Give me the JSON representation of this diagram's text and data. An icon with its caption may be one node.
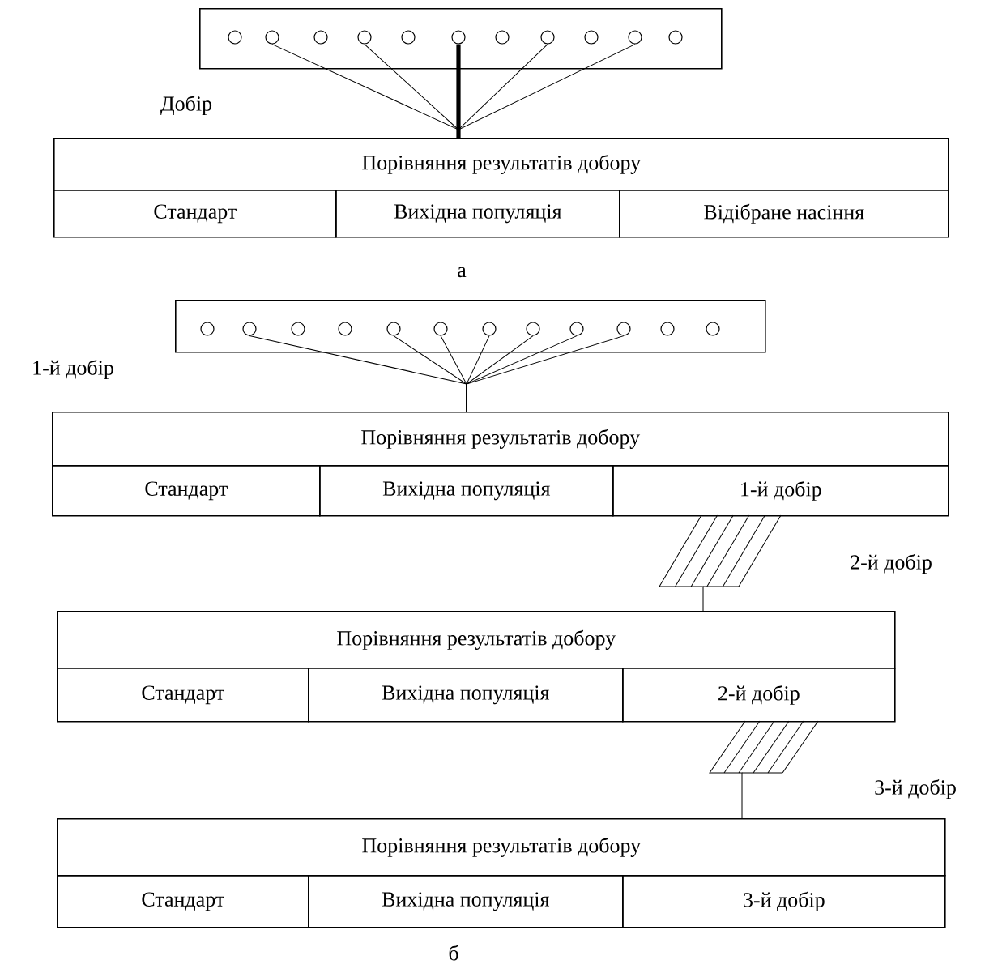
{
  "diagram": {
    "nodes": [
      {
        "text": [],
        "shape": "box"
      },
      {
        "text": [],
        "shape": "circle",
        "in": 0
      },
      {
        "text": [],
        "shape": "circle",
        "in": 0
      },
      {
        "text": [],
        "shape": "circle",
        "in": 0
      },
      {
        "text": [],
        "shape": "circle",
        "in": 0
      },
      {
        "text": [],
        "shape": "circle",
        "in": 0
      },
      {
        "text": [],
        "shape": "circle",
        "in": 0
      },
      {
        "text": [],
        "shape": "circle",
        "in": 0
      },
      {
        "text": [],
        "shape": "circle",
        "in": 0
      },
      {
        "text": [],
        "shape": "circle",
        "in": 0
      },
      {
        "text": [],
        "shape": "circle",
        "in": 0
      },
      {
        "text": [],
        "shape": "circle",
        "in": 0
      },
      {
        "text": [
          "Порівняння результатів добору"
        ]
      },
      {
        "text": [
          "Стандарт"
        ]
      },
      {
        "text": [
          "Вихідна популяція"
        ]
      },
      {
        "text": [
          "Відібране насіння"
        ]
      },
      {
        "text": [],
        "shape": "box"
      },
      {
        "text": [],
        "shape": "circle",
        "in": 16
      },
      {
        "text": [],
        "shape": "circle",
        "in": 16
      },
      {
        "text": [],
        "shape": "circle",
        "in": 16
      },
      {
        "text": [],
        "shape": "circle",
        "in": 16
      },
      {
        "text": [],
        "shape": "circle",
        "in": 16
      },
      {
        "text": [],
        "shape": "circle",
        "in": 16
      },
      {
        "text": [],
        "shape": "circle",
        "in": 16
      },
      {
        "text": [],
        "shape": "circle",
        "in": 16
      },
      {
        "text": [],
        "shape": "circle",
        "in": 16
      },
      {
        "text": [],
        "shape": "circle",
        "in": 16
      },
      {
        "text": [],
        "shape": "circle",
        "in": 16
      },
      {
        "text": [],
        "shape": "circle",
        "in": 16
      },
      {
        "text": [
          "Порівняння результатів добору"
        ]
      },
      {
        "text": [
          "Стандарт"
        ]
      },
      {
        "text": [
          "Вихідна популяція"
        ]
      },
      {
        "text": [
          "1-й добір"
        ]
      },
      {
        "text": [
          "Порівняння результатів добору"
        ]
      },
      {
        "text": [
          "Стандарт"
        ]
      },
      {
        "text": [
          "Вихідна популяція"
        ]
      },
      {
        "text": [
          "2-й добір"
        ]
      },
      {
        "text": [
          "Порівняння результатів добору"
        ]
      },
      {
        "text": [
          "Стандарт"
        ]
      },
      {
        "text": [
          "Вихідна популяція"
        ]
      },
      {
        "text": [
          "3-й добір"
        ]
      }
    ],
    "edges": [
      {
        "from": 2,
        "to": 12,
        "arrow": "none"
      },
      {
        "from": 4,
        "to": 12,
        "arrow": "none"
      },
      {
        "from": 6,
        "to": 12,
        "arrow": "none",
        "style": "thick"
      },
      {
        "from": 8,
        "to": 12,
        "arrow": "none"
      },
      {
        "from": 10,
        "to": 12,
        "arrow": "none"
      },
      {
        "from": 18,
        "to": 29,
        "arrow": "none"
      },
      {
        "from": 21,
        "to": 29,
        "arrow": "none"
      },
      {
        "from": 22,
        "to": 29,
        "arrow": "none"
      },
      {
        "from": 23,
        "to": 29,
        "arrow": "none"
      },
      {
        "from": 24,
        "to": 29,
        "arrow": "none"
      },
      {
        "from": 25,
        "to": 29,
        "arrow": "none"
      },
      {
        "from": 26,
        "to": 29,
        "arrow": "none"
      },
      {
        "from": 32,
        "to": 33,
        "arrow": "none"
      },
      {
        "from": 36,
        "to": 37,
        "arrow": "none"
      }
    ],
    "labels": [
      "Добір",
      "а",
      "1-й добір",
      "2-й добір",
      "3-й добір",
      "б"
    ]
  }
}
